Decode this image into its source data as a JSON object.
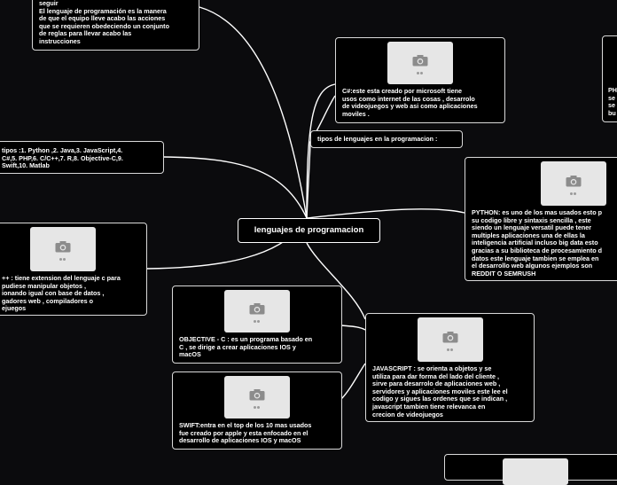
{
  "center": {
    "label": "lenguajes de programacion"
  },
  "nodes": {
    "intro": {
      "text": "seguir\nEl lenguaje de programación es la manera\nde que el equipo lleve acabo las acciones\nque se requieren obedeciendo un conjunto\nde reglas para llevar acabo las\ninstrucciones"
    },
    "tipos_list": {
      "text": "tipos :1. Python ,2. Java,3. JavaScript,4.\nC#,5. PHP,6. C/C++,7. R,8. Objective-C,9.\nSwift,10. Matlab"
    },
    "cpp": {
      "text": "++ : tiene extension del lenguaje c para\npudiese manipular objetos ,\nionando igual con base de datos ,\ngadores web , compiladores o\nejuegos"
    },
    "csharp": {
      "text": "C#:este esta creado por microsoft tiene\nusos como internet de las cosas , desarrolo\nde videojuegos y web asi como aplicaciones\nmoviles ."
    },
    "tipos_header": {
      "text": "tipos de lenguajes en la programacion :"
    },
    "php": {
      "text": "PH\nse\nse\nbu"
    },
    "python": {
      "text": "PYTHON: es uno de los mas usados esto p\nsu codigo libre y sintaxis sencilla , este\nsiendo un lenguaje versatil puede tener\nmultiples aplicaciones una de ellas la\ninteligencia artificial incluso big data esto\ngracias a su biblioteca de procesamiento d\ndatos este lenguaje tambien se emplea en\nel desarrollo web algunos ejemplos son\nREDDIT O SEMRUSH"
    },
    "objc": {
      "text": "OBJECTIVE - C : es un programa basado en\nC , se dirige a crear aplicaciones IOS y\nmacOS"
    },
    "javascript": {
      "text": "JAVASCRIPT : se orienta a objetos y se\nutiliza para dar forma del lado del cliente ,\nsirve para desarrolo de aplicaciones web ,\nservidores y aplicaciones moviles este lee el\ncodigo y sigues las ordenes que se indican ,\njavascript tambien tiene relevanca en\ncrecion de videojuegos"
    },
    "swift": {
      "text": "SWIFT:entra en el top de los 10 mas usados\nfue creado por apple y esta enfocado en el\ndesarrollo de aplicaciones IOS y macOS"
    }
  },
  "icons": {
    "image_placeholder": "camera-icon"
  },
  "colors": {
    "background": "#0b0b0d",
    "node_fill": "#000000",
    "border": "#d9d9d9",
    "link": "#ffffff",
    "placeholder": "#e6e6e6"
  }
}
